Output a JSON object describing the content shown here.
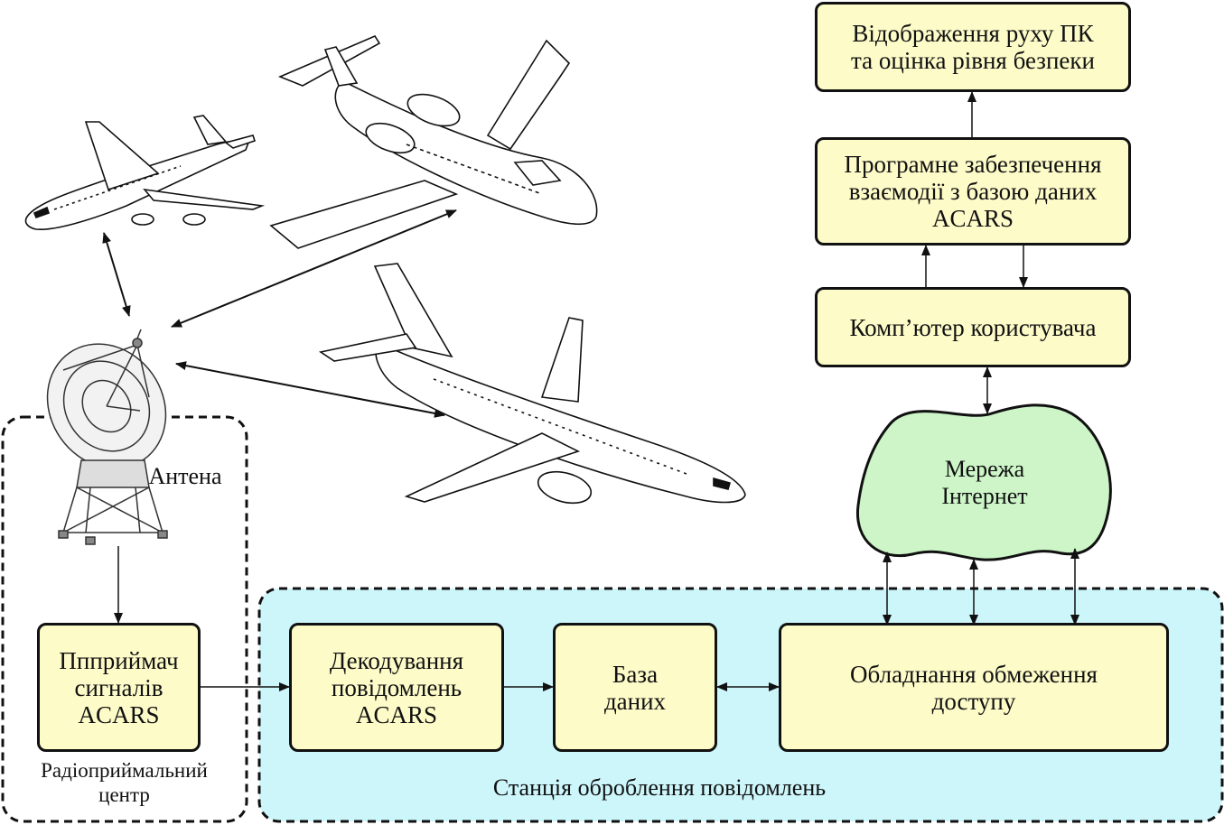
{
  "boxes": {
    "display": "Відображення руху ПК\nта оцінка рівня безпеки",
    "software": "Програмне забезпечення\nвзаємодії з базою даних\nACARS",
    "user_pc": "Комп’ютер користувача",
    "receiver": "Ппприймач\nсигналів\nACARS",
    "decoder": "Декодування\nповідомлень\nACARS",
    "database": "База\nданих",
    "access": "Обладнання обмеження\nдоступу"
  },
  "labels": {
    "network": "Мережа\nІнтернет",
    "antenna": "Антена",
    "radio_center": "Радіоприймальний\nцентр",
    "station": "Станція оброблення повідомлень"
  },
  "colors": {
    "box_fill": "#fdfbc8",
    "station_fill": "#cdf6fb",
    "cloud_fill": "#cdf5c8"
  }
}
